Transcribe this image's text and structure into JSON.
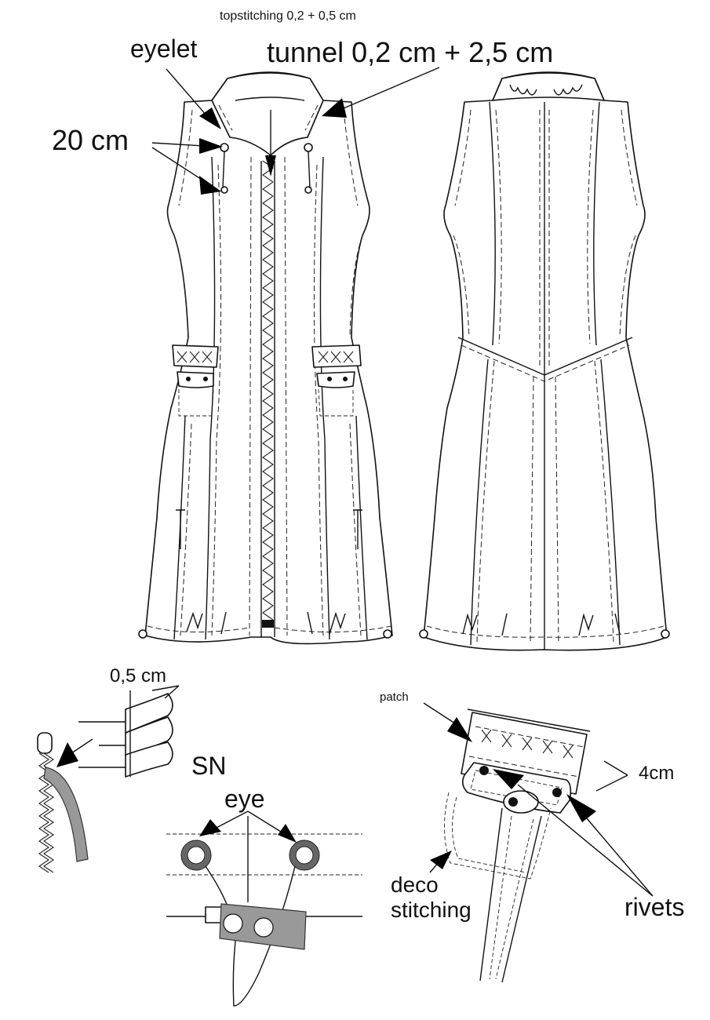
{
  "labels": {
    "topstitching": "topstitching 0,2 + 0,5 cm",
    "eyelet": "eyelet",
    "tunnel": "tunnel 0,2 cm + 2,5 cm",
    "length_20": "20 cm",
    "pleat_width": "0,5 cm",
    "sn": "SN",
    "eye": "eye",
    "patch": "patch",
    "width_4": "4cm",
    "deco_line1": "deco",
    "deco_line2": "stitching",
    "rivets": "rivets"
  },
  "colors": {
    "line": "#111111",
    "fill": "#ffffff",
    "accent_gray": "#999999",
    "eye_ring": "#666666"
  }
}
